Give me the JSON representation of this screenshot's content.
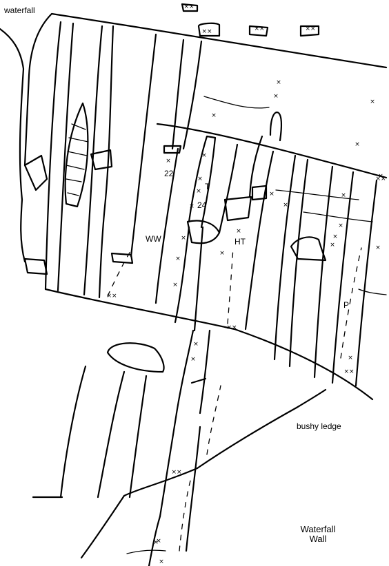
{
  "labels": {
    "waterfall": "waterfall",
    "route_22": "22",
    "route_t": "T",
    "route_24": "24",
    "route_ww": "WW",
    "route_ht": "HT",
    "route_p": "P",
    "bushy_ledge": "bushy ledge"
  },
  "title": {
    "line1": "Waterfall",
    "line2": "Wall"
  },
  "bolt_glyph": "×",
  "bolt_pair_glyph": "××"
}
